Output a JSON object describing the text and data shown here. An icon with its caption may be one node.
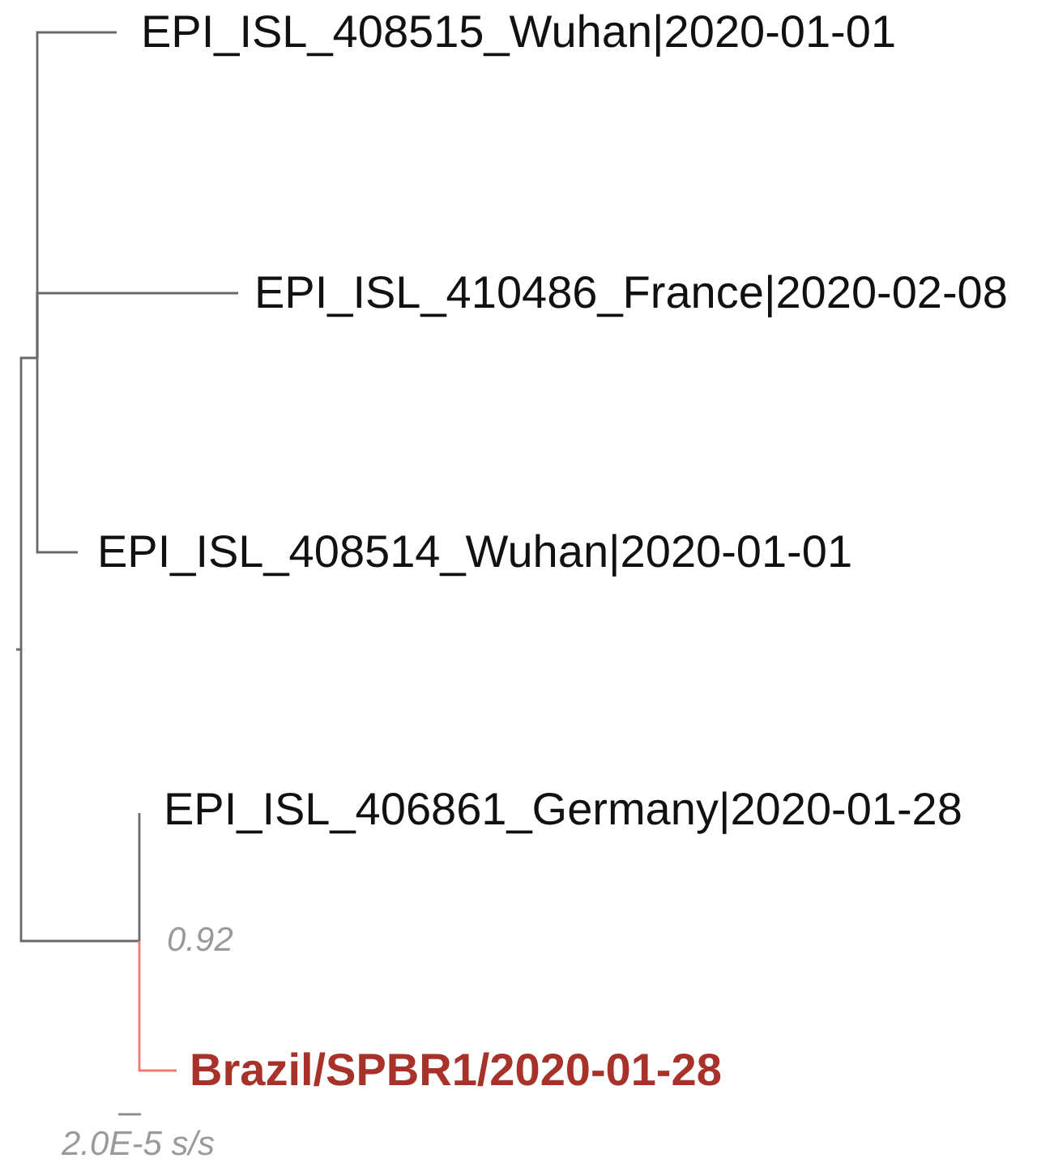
{
  "diagram": {
    "nodes": [
      {
        "text": [
          "EPI_ISL_408515_Wuhan|2020-01-01"
        ]
      },
      {
        "text": [
          "EPI_ISL_410486_France|2020-02-08"
        ]
      },
      {
        "text": [
          "EPI_ISL_408514_Wuhan|2020-01-01"
        ]
      },
      {
        "text": [
          "EPI_ISL_406861_Germany|2020-01-28"
        ]
      },
      {
        "text": [
          "Brazil/SPBR1/2020-01-28"
        ]
      }
    ],
    "edges": [
      {
        "from": null,
        "to": 0,
        "arrow": "none"
      },
      {
        "from": null,
        "to": 1,
        "arrow": "none"
      },
      {
        "from": null,
        "to": 2,
        "arrow": "none"
      },
      {
        "from": null,
        "to": 3,
        "arrow": "none"
      },
      {
        "from": null,
        "to": 4,
        "arrow": "none",
        "color": "#f07a72"
      }
    ],
    "labels": [
      "0.92",
      "2.0E-5 s/s"
    ]
  }
}
